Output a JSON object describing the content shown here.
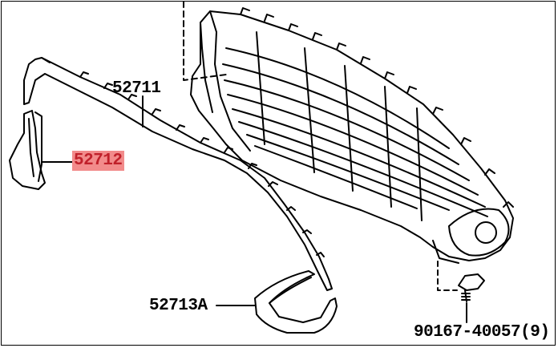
{
  "diagram": {
    "highlight_color": "#f28b8b",
    "highlight_text_color": "#c0202a",
    "parts": [
      {
        "id": "grille",
        "label": "52711"
      },
      {
        "id": "molding",
        "label": "52712",
        "highlighted": true
      },
      {
        "id": "bracket",
        "label": "52713A"
      },
      {
        "id": "clip",
        "label": "90167-40057(9)"
      }
    ]
  }
}
